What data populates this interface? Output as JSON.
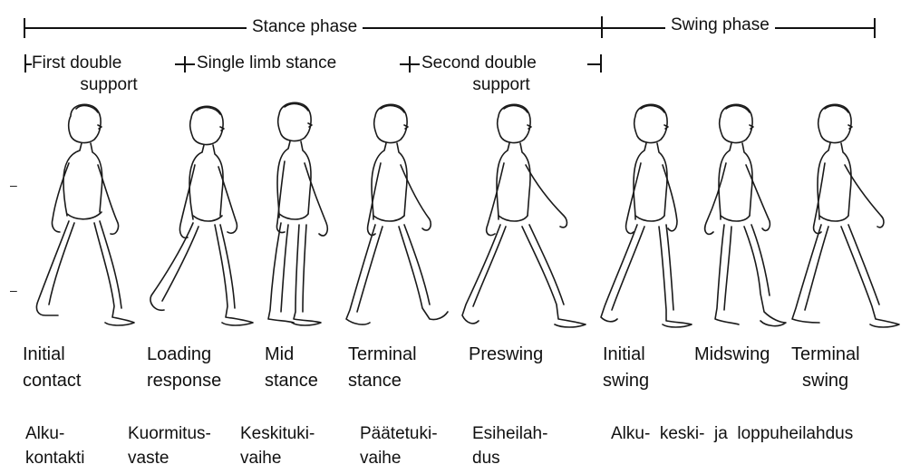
{
  "phases": {
    "stance": "Stance phase",
    "swing": "Swing phase"
  },
  "subphases": {
    "first_double_1": "First double",
    "first_double_2": "support",
    "single_limb": "Single limb stance",
    "second_double_1": "Second double",
    "second_double_2": "support"
  },
  "left_marks": [
    "–",
    "–"
  ],
  "stages": [
    {
      "en1": "Initial",
      "en2": "contact",
      "fi1": "Alku-",
      "fi2": "kontakti"
    },
    {
      "en1": "Loading",
      "en2": "response",
      "fi1": "Kuormitus-",
      "fi2": "vaste"
    },
    {
      "en1": "Mid",
      "en2": "stance",
      "fi1": "Keskituki-",
      "fi2": "vaihe"
    },
    {
      "en1": "Terminal",
      "en2": "stance",
      "fi1": "Päätetuki-",
      "fi2": "vaihe"
    },
    {
      "en1": "Preswing",
      "en2": "",
      "fi1": "Esiheilah-",
      "fi2": "dus"
    },
    {
      "en1": "Initial",
      "en2": "swing"
    },
    {
      "en1": "Midswing",
      "en2": ""
    },
    {
      "en1": "Terminal",
      "en2": "swing"
    }
  ],
  "swing_fi": "Alku-  keski-  ja  loppuheilahdus"
}
